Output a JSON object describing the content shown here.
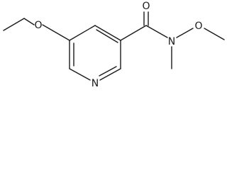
{
  "molecule": {
    "atoms": {
      "ether_oxygen": "O",
      "carbonyl_oxygen": "O",
      "amide_nitrogen": "N",
      "methoxy_oxygen": "O",
      "ring_nitrogen": "N"
    }
  },
  "colors": {
    "bond": "#1a1a1a",
    "label": "#1a1a1a",
    "background": "#ffffff"
  }
}
